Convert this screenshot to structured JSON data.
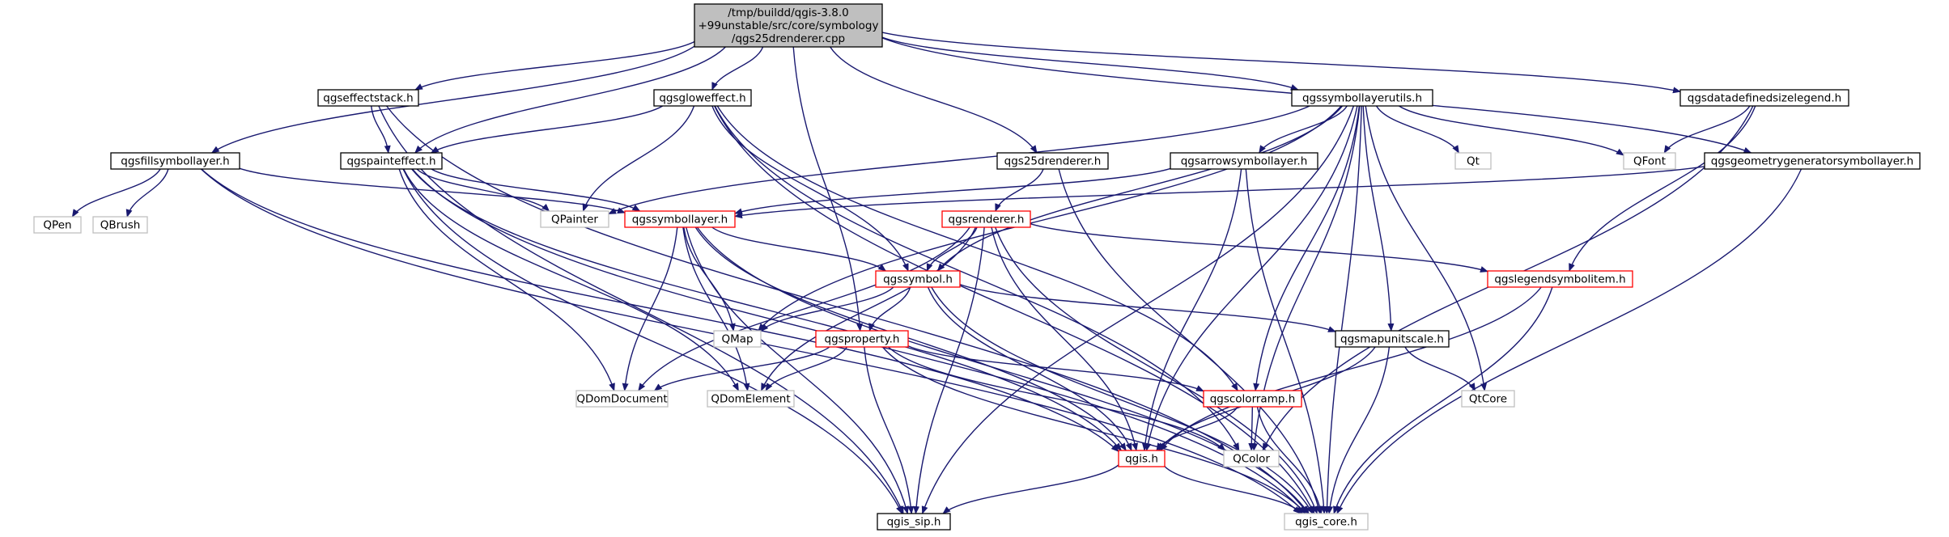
{
  "colors": {
    "edge": "#191970",
    "root_fill": "#bfbfbf",
    "root_stroke": "#000000",
    "normal_stroke": "#000000",
    "truncated_stroke": "#ff0000",
    "external_stroke": "#bfbfbf",
    "external_text": "#000000",
    "fill": "#ffffff"
  },
  "nodes": [
    {
      "id": "root",
      "lines": [
        "/tmp/buildd/qgis-3.8.0",
        "+99unstable/src/core/symbology",
        "/qgs25drenderer.cpp"
      ],
      "kind": "root"
    },
    {
      "id": "qgseffectstack",
      "lines": [
        "qgseffectstack.h"
      ],
      "kind": "normal"
    },
    {
      "id": "qgsgloweffect",
      "lines": [
        "qgsgloweffect.h"
      ],
      "kind": "normal"
    },
    {
      "id": "qgssymbollayerutils",
      "lines": [
        "qgssymbollayerutils.h"
      ],
      "kind": "normal"
    },
    {
      "id": "qgsdatadefinedsizelegend",
      "lines": [
        "qgsdatadefinedsizelegend.h"
      ],
      "kind": "normal"
    },
    {
      "id": "qgsfillsymbollayer",
      "lines": [
        "qgsfillsymbollayer.h"
      ],
      "kind": "normal"
    },
    {
      "id": "qgspainteffect",
      "lines": [
        "qgspainteffect.h"
      ],
      "kind": "normal"
    },
    {
      "id": "qgs25drenderer",
      "lines": [
        "qgs25drenderer.h"
      ],
      "kind": "normal"
    },
    {
      "id": "qgsarrowsymbollayer",
      "lines": [
        "qgsarrowsymbollayer.h"
      ],
      "kind": "normal"
    },
    {
      "id": "qgsgeometrygeneratorsymbollayer",
      "lines": [
        "qgsgeometrygeneratorsymbollayer.h"
      ],
      "kind": "normal"
    },
    {
      "id": "Qt",
      "lines": [
        "Qt"
      ],
      "kind": "external"
    },
    {
      "id": "QFont",
      "lines": [
        "QFont"
      ],
      "kind": "external"
    },
    {
      "id": "QPen",
      "lines": [
        "QPen"
      ],
      "kind": "external"
    },
    {
      "id": "QBrush",
      "lines": [
        "QBrush"
      ],
      "kind": "external"
    },
    {
      "id": "QPainter",
      "lines": [
        "QPainter"
      ],
      "kind": "external"
    },
    {
      "id": "qgssymbollayer",
      "lines": [
        "qgssymbollayer.h"
      ],
      "kind": "truncated"
    },
    {
      "id": "qgsrenderer",
      "lines": [
        "qgsrenderer.h"
      ],
      "kind": "truncated"
    },
    {
      "id": "qgslegendsymbolitem",
      "lines": [
        "qgslegendsymbolitem.h"
      ],
      "kind": "truncated"
    },
    {
      "id": "qgssymbol",
      "lines": [
        "qgssymbol.h"
      ],
      "kind": "truncated"
    },
    {
      "id": "QMap",
      "lines": [
        "QMap"
      ],
      "kind": "external"
    },
    {
      "id": "qgsproperty",
      "lines": [
        "qgsproperty.h"
      ],
      "kind": "truncated"
    },
    {
      "id": "qgsmapunitscale",
      "lines": [
        "qgsmapunitscale.h"
      ],
      "kind": "normal"
    },
    {
      "id": "QDomDocument",
      "lines": [
        "QDomDocument"
      ],
      "kind": "external"
    },
    {
      "id": "QDomElement",
      "lines": [
        "QDomElement"
      ],
      "kind": "external"
    },
    {
      "id": "qgscolorramp",
      "lines": [
        "qgscolorramp.h"
      ],
      "kind": "truncated"
    },
    {
      "id": "QtCore",
      "lines": [
        "QtCore"
      ],
      "kind": "external"
    },
    {
      "id": "qgis",
      "lines": [
        "qgis.h"
      ],
      "kind": "truncated"
    },
    {
      "id": "QColor",
      "lines": [
        "QColor"
      ],
      "kind": "external"
    },
    {
      "id": "qgis_sip",
      "lines": [
        "qgis_sip.h"
      ],
      "kind": "normal"
    },
    {
      "id": "qgis_core",
      "lines": [
        "qgis_core.h"
      ],
      "kind": "external"
    }
  ],
  "edges": [
    [
      "root",
      "qgseffectstack"
    ],
    [
      "root",
      "qgsgloweffect"
    ],
    [
      "root",
      "qgssymbollayerutils"
    ],
    [
      "root",
      "qgsdatadefinedsizelegend"
    ],
    [
      "root",
      "qgsfillsymbollayer"
    ],
    [
      "root",
      "qgspainteffect"
    ],
    [
      "root",
      "qgs25drenderer"
    ],
    [
      "root",
      "qgsgeometrygeneratorsymbollayer"
    ],
    [
      "root",
      "qgsproperty"
    ],
    [
      "qgseffectstack",
      "qgspainteffect"
    ],
    [
      "qgseffectstack",
      "qgis_sip"
    ],
    [
      "qgseffectstack",
      "qgis_core"
    ],
    [
      "qgsgloweffect",
      "qgspainteffect"
    ],
    [
      "qgsgloweffect",
      "QPainter"
    ],
    [
      "qgsgloweffect",
      "qgssymbol"
    ],
    [
      "qgsgloweffect",
      "qgscolorramp"
    ],
    [
      "qgsgloweffect",
      "qgis_core"
    ],
    [
      "qgsgloweffect",
      "QColor"
    ],
    [
      "qgsfillsymbollayer",
      "QPen"
    ],
    [
      "qgsfillsymbollayer",
      "QBrush"
    ],
    [
      "qgsfillsymbollayer",
      "qgssymbollayer"
    ],
    [
      "qgsfillsymbollayer",
      "qgis"
    ],
    [
      "qgsfillsymbollayer",
      "qgis_core"
    ],
    [
      "qgspainteffect",
      "QPainter"
    ],
    [
      "qgspainteffect",
      "qgssymbollayer"
    ],
    [
      "qgspainteffect",
      "QDomDocument"
    ],
    [
      "qgspainteffect",
      "QDomElement"
    ],
    [
      "qgspainteffect",
      "qgis_sip"
    ],
    [
      "qgspainteffect",
      "qgis_core"
    ],
    [
      "qgspainteffect",
      "qgis"
    ],
    [
      "qgs25drenderer",
      "qgsrenderer"
    ],
    [
      "qgs25drenderer",
      "qgis_core"
    ],
    [
      "qgssymbollayerutils",
      "QPainter"
    ],
    [
      "qgssymbollayerutils",
      "qgsarrowsymbollayer"
    ],
    [
      "qgssymbollayerutils",
      "Qt"
    ],
    [
      "qgssymbollayerutils",
      "QFont"
    ],
    [
      "qgssymbollayerutils",
      "qgssymbol"
    ],
    [
      "qgssymbollayerutils",
      "QMap"
    ],
    [
      "qgssymbollayerutils",
      "qgscolorramp"
    ],
    [
      "qgssymbollayerutils",
      "qgsmapunitscale"
    ],
    [
      "qgssymbollayerutils",
      "QtCore"
    ],
    [
      "qgssymbollayerutils",
      "qgis"
    ],
    [
      "qgssymbollayerutils",
      "QColor"
    ],
    [
      "qgssymbollayerutils",
      "qgis_core"
    ],
    [
      "qgssymbollayerutils",
      "qgis_sip"
    ],
    [
      "qgsdatadefinedsizelegend",
      "QFont"
    ],
    [
      "qgsdatadefinedsizelegend",
      "qgslegendsymbolitem"
    ],
    [
      "qgsdatadefinedsizelegend",
      "QColor"
    ],
    [
      "qgsarrowsymbollayer",
      "qgssymbollayer"
    ],
    [
      "qgsarrowsymbollayer",
      "qgis"
    ],
    [
      "qgsarrowsymbollayer",
      "qgis_core"
    ],
    [
      "qgsgeometrygeneratorsymbollayer",
      "qgssymbollayer"
    ],
    [
      "qgsgeometrygeneratorsymbollayer",
      "qgis_core"
    ],
    [
      "qgssymbollayer",
      "qgssymbol"
    ],
    [
      "qgssymbollayer",
      "QMap"
    ],
    [
      "qgssymbollayer",
      "QDomDocument"
    ],
    [
      "qgssymbollayer",
      "QDomElement"
    ],
    [
      "qgssymbollayer",
      "qgis"
    ],
    [
      "qgssymbollayer",
      "qgis_core"
    ],
    [
      "qgssymbollayer",
      "qgis_sip"
    ],
    [
      "qgsrenderer",
      "qgssymbol"
    ],
    [
      "qgsrenderer",
      "qgslegendsymbolitem"
    ],
    [
      "qgsrenderer",
      "QDomDocument"
    ],
    [
      "qgsrenderer",
      "QDomElement"
    ],
    [
      "qgsrenderer",
      "qgis"
    ],
    [
      "qgsrenderer",
      "qgis_sip"
    ],
    [
      "qgsrenderer",
      "qgis_core"
    ],
    [
      "qgssymbol",
      "QMap"
    ],
    [
      "qgssymbol",
      "qgsproperty"
    ],
    [
      "qgssymbol",
      "qgsmapunitscale"
    ],
    [
      "qgssymbol",
      "qgis"
    ],
    [
      "qgssymbol",
      "qgis_core"
    ],
    [
      "qgsproperty",
      "QDomDocument"
    ],
    [
      "qgsproperty",
      "QDomElement"
    ],
    [
      "qgsproperty",
      "qgscolorramp"
    ],
    [
      "qgsproperty",
      "QColor"
    ],
    [
      "qgsproperty",
      "qgis_sip"
    ],
    [
      "qgsproperty",
      "qgis_core"
    ],
    [
      "qgsmapunitscale",
      "QtCore"
    ],
    [
      "qgsmapunitscale",
      "qgis"
    ],
    [
      "qgsmapunitscale",
      "qgis_core"
    ],
    [
      "qgslegendsymbolitem",
      "qgis"
    ],
    [
      "qgslegendsymbolitem",
      "qgis_core"
    ],
    [
      "qgscolorramp",
      "qgis"
    ],
    [
      "qgscolorramp",
      "QColor"
    ],
    [
      "qgscolorramp",
      "qgis_core"
    ],
    [
      "qgis",
      "qgis_sip"
    ],
    [
      "qgis",
      "qgis_core"
    ]
  ]
}
